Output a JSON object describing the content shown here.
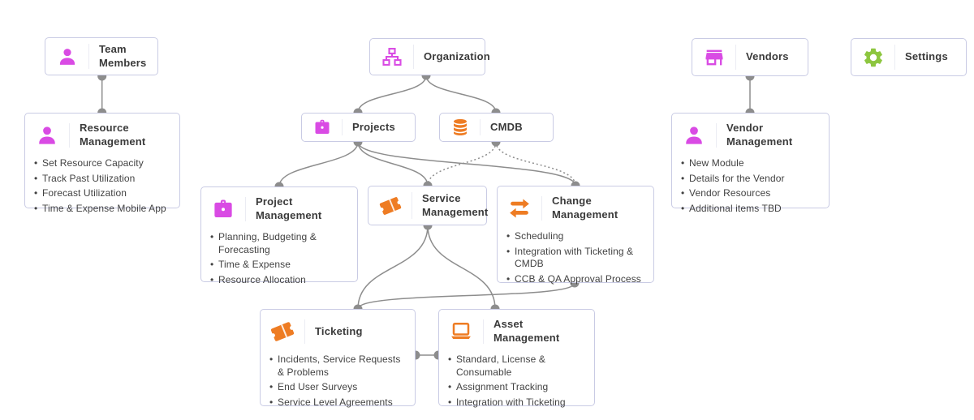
{
  "colors": {
    "magenta": "#d94be4",
    "orange": "#ee7c23",
    "green": "#8dc63f",
    "connector_gray": "#8d8d8d",
    "box_border": "#c9cbe4",
    "title_text": "#3a3a3a",
    "body_text": "#424242"
  },
  "nodes": {
    "team_members": {
      "title": "Team Members",
      "icon": "person-icon"
    },
    "organization": {
      "title": "Organization",
      "icon": "org-chart-icon"
    },
    "vendors": {
      "title": "Vendors",
      "icon": "storefront-icon"
    },
    "settings": {
      "title": "Settings",
      "icon": "gear-icon"
    },
    "resource_management": {
      "title": "Resource Management",
      "icon": "person-icon",
      "items": [
        "Set Resource Capacity",
        "Track Past Utilization",
        "Forecast Utilization",
        "Time & Expense Mobile App"
      ]
    },
    "projects": {
      "title": "Projects",
      "icon": "briefcase-icon"
    },
    "cmdb": {
      "title": "CMDB",
      "icon": "database-icon"
    },
    "vendor_management": {
      "title": "Vendor Management",
      "icon": "person-icon",
      "items": [
        "New Module",
        "Details for the Vendor",
        "Vendor Resources",
        "Additional items TBD"
      ]
    },
    "project_management": {
      "title": "Project Management",
      "icon": "briefcase-icon",
      "items": [
        "Planning, Budgeting & Forecasting",
        "Time & Expense",
        "Resource Allocation"
      ]
    },
    "service_management": {
      "title": "Service Management",
      "icon": "ticket-icon"
    },
    "change_management": {
      "title": "Change Management",
      "icon": "swap-arrows-icon",
      "items": [
        "Scheduling",
        "Integration with Ticketing & CMDB",
        "CCB & QA Approval Process"
      ]
    },
    "ticketing": {
      "title": "Ticketing",
      "icon": "ticket-icon",
      "items": [
        "Incidents, Service Requests & Problems",
        "End User Surveys",
        "Service Level Agreements"
      ]
    },
    "asset_management": {
      "title": "Asset Management",
      "icon": "laptop-icon",
      "items": [
        "Standard, License & Consumable",
        "Assignment Tracking",
        "Integration with Ticketing"
      ]
    }
  }
}
